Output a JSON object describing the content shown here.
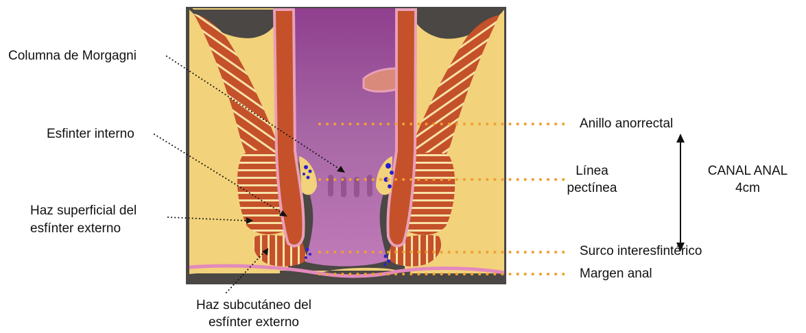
{
  "labels": {
    "columna_morgagni": "Columna de Morgagni",
    "esfinter_interno": "Esfinter interno",
    "haz_superficial_line1": "Haz superficial del",
    "haz_superficial_line2": "esfínter externo",
    "haz_subcutaneo_line1": "Haz subcutáneo del",
    "haz_subcutaneo_line2": "esfínter externo",
    "anillo_anorrectal": "Anillo anorrectal",
    "linea_pectinea_line1": "Línea",
    "linea_pectinea_line2": "pectínea",
    "canal_anal_line1": "CANAL ANAL",
    "canal_anal_line2": "4cm",
    "surco_interesfinterico": "Surco interesfintérico",
    "margen_anal": "Margen anal"
  },
  "colors": {
    "background_frame": "#4a4744",
    "fat": "#f2d27a",
    "muscle": "#c4512a",
    "muscle_stripe": "#f7e2a8",
    "lumen": "#a05a9c",
    "mucosa": "#e39ab0",
    "vessels": "#2a1ed0",
    "guide_dots": "#f0a030",
    "leader": "#111111"
  }
}
